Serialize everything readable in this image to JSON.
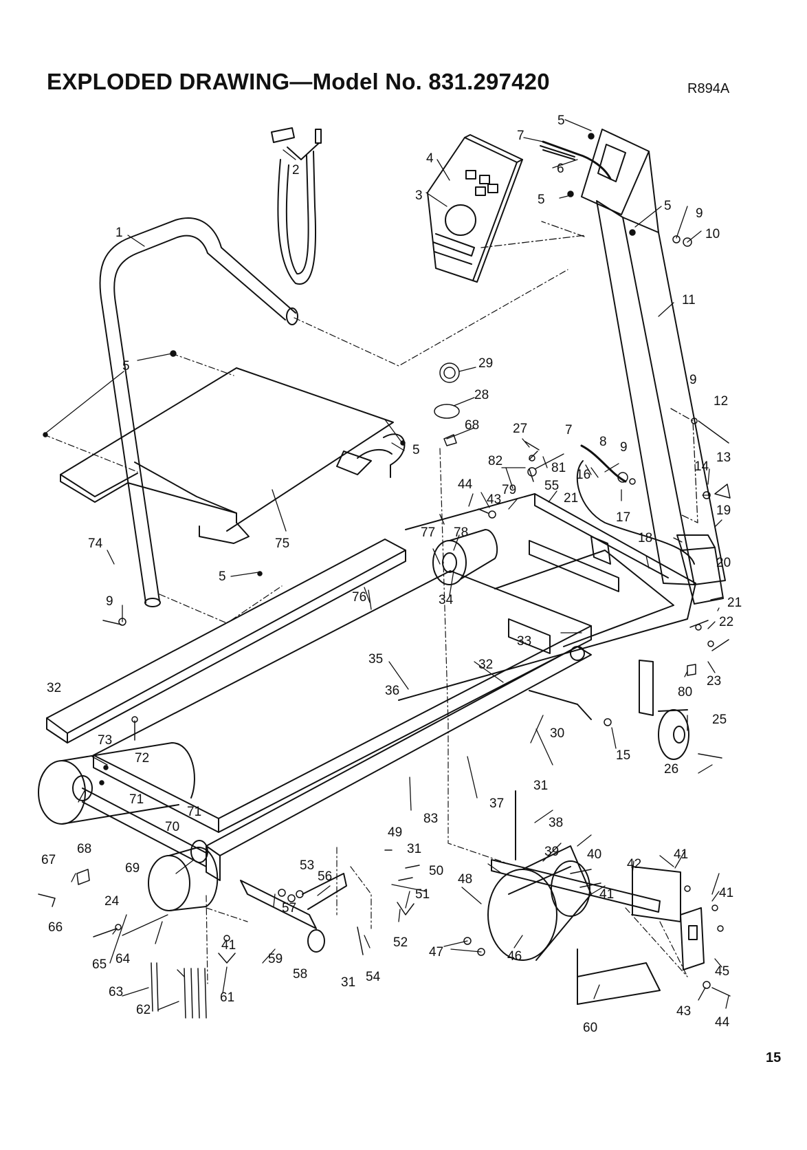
{
  "title": "EXPLODED DRAWING—Model No. 831.297420",
  "drawing_code": "R894A",
  "page_number": "15",
  "callouts": [
    "1",
    "2",
    "3",
    "4",
    "5",
    "5",
    "5",
    "5",
    "5",
    "5",
    "5",
    "5",
    "5",
    "6",
    "7",
    "7",
    "8",
    "9",
    "9",
    "9",
    "9",
    "10",
    "11",
    "12",
    "13",
    "14",
    "15",
    "16",
    "17",
    "18",
    "19",
    "20",
    "21",
    "21",
    "22",
    "23",
    "24",
    "25",
    "26",
    "27",
    "28",
    "29",
    "30",
    "31",
    "31",
    "31",
    "32",
    "32",
    "33",
    "34",
    "35",
    "36",
    "37",
    "38",
    "39",
    "40",
    "41",
    "41",
    "41",
    "41",
    "41",
    "42",
    "43",
    "43",
    "44",
    "44",
    "45",
    "46",
    "47",
    "48",
    "49",
    "50",
    "51",
    "52",
    "53",
    "54",
    "55",
    "56",
    "57",
    "58",
    "59",
    "60",
    "61",
    "62",
    "63",
    "64",
    "65",
    "66",
    "67",
    "68",
    "68",
    "69",
    "70",
    "71",
    "71",
    "72",
    "73",
    "74",
    "75",
    "76",
    "77",
    "78",
    "79",
    "80",
    "81",
    "82",
    "83"
  ]
}
